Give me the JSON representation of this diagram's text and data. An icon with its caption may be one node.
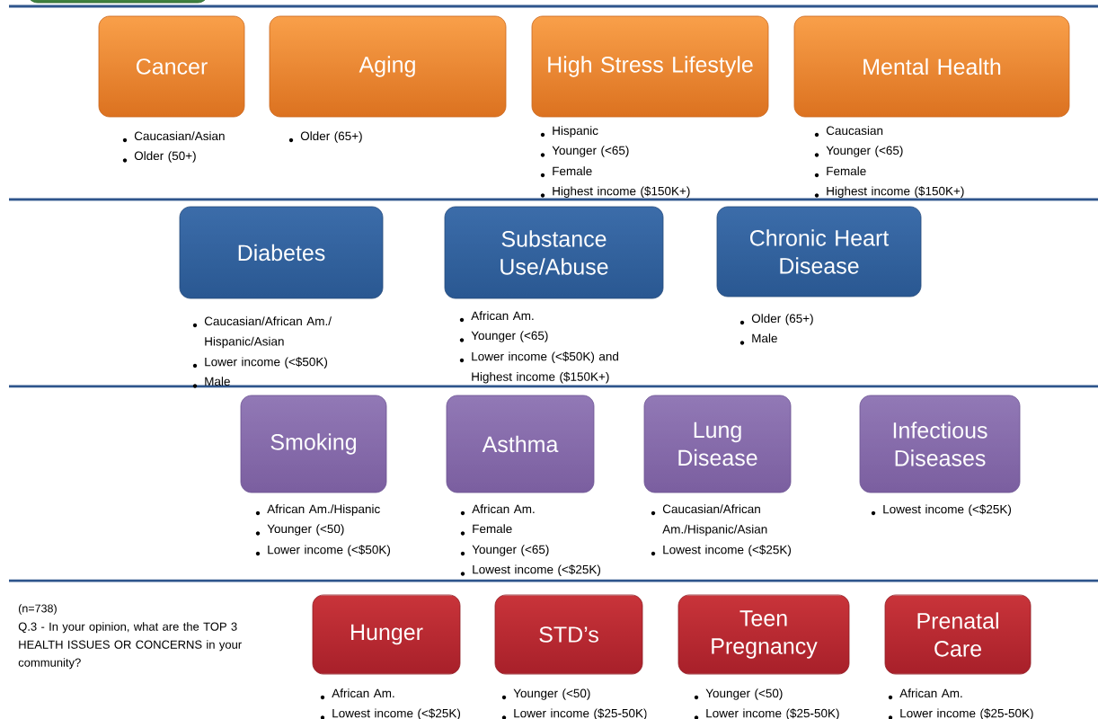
{
  "diagram": {
    "nodes": [
      {
        "text": [],
        "shape": "box"
      },
      {
        "text": [
          "Cancer"
        ],
        "beside": [
          "Caucasian/Asian",
          "Older (50+)"
        ]
      },
      {
        "text": [
          "Aging"
        ],
        "beside": [
          "Older (65+)"
        ]
      },
      {
        "text": [
          "High Stress Lifestyle"
        ],
        "beside": [
          "Hispanic",
          "Younger (<65)",
          "Female",
          "Highest income ($150K+)"
        ]
      },
      {
        "text": [
          "Mental Health"
        ],
        "beside": [
          "Caucasian",
          "Younger (<65)",
          "Female",
          "Highest income ($150K+)"
        ]
      },
      {
        "text": [
          "Diabetes"
        ],
        "beside": [
          "Caucasian/African Am./ Hispanic/Asian",
          "Lower income (<$50K)",
          "Male"
        ]
      },
      {
        "text": [
          "Substance Use/Abuse"
        ],
        "beside": [
          "African Am.",
          "Younger (<65)",
          "Lower income (<$50K) and Highest income ($150K+)"
        ]
      },
      {
        "text": [
          "Chronic Heart Disease"
        ],
        "beside": [
          "Older (65+)",
          "Male"
        ]
      },
      {
        "text": [
          "Smoking"
        ],
        "beside": [
          "African Am./Hispanic",
          "Younger (<50)",
          "Lower income (<$50K)"
        ]
      },
      {
        "text": [
          "Asthma"
        ],
        "beside": [
          "African Am.",
          "Female",
          "Younger (<65)",
          "Lowest income (<$25K)"
        ]
      },
      {
        "text": [
          "Lung Disease"
        ],
        "beside": [
          "Caucasian/African Am./Hispanic/Asian",
          "Lowest income (<$25K)"
        ]
      },
      {
        "text": [
          "Infectious Diseases"
        ],
        "beside": [
          "Lowest income (<$25K)"
        ]
      },
      {
        "text": [
          "Hunger"
        ],
        "beside": [
          "African Am.",
          "Lowest income (<$25K)"
        ]
      },
      {
        "text": [
          "STD’s"
        ],
        "beside": [
          "Younger (<50)",
          "Lower income ($25-50K)"
        ]
      },
      {
        "text": [
          "Teen Pregnancy"
        ],
        "beside": [
          "Younger (<50)",
          "Lower income ($25-50K)"
        ]
      },
      {
        "text": [
          "Prenatal Care"
        ],
        "beside": [
          "African Am.",
          "Lower income ($25-50K)"
        ]
      }
    ],
    "labels": [
      "(n=738)",
      "Q.3 - In your opinion, what are the TOP 3 HEALTH ISSUES OR CONCERNS in your community?"
    ]
  }
}
